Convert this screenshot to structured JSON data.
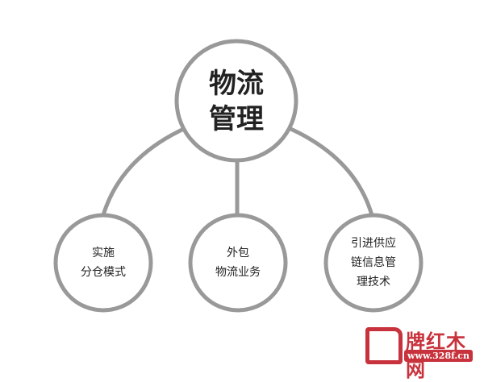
{
  "root": {
    "line1": "物流",
    "line2": "管理"
  },
  "children": [
    {
      "line1": "实施",
      "line2": "分仓模式"
    },
    {
      "line1": "外包",
      "line2": "物流业务"
    },
    {
      "line1": "引进供应",
      "line2": "链信息管",
      "line3": "理技术"
    }
  ],
  "watermark": {
    "title": "牌红木网",
    "url": "www.328f.cn"
  },
  "colors": {
    "stroke": "#999999",
    "watermark": "#c8323c"
  }
}
